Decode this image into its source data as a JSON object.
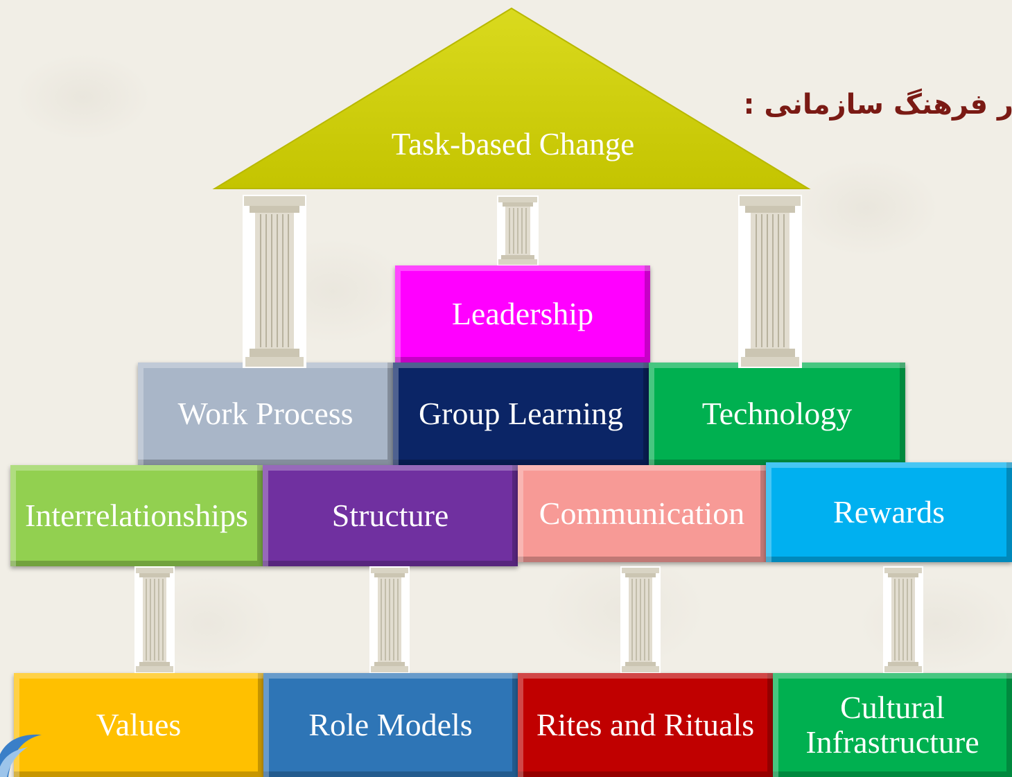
{
  "title": "ر فرهنگ سازمانی :",
  "roof": {
    "label": "Task-based Change",
    "color": "#cccc00"
  },
  "rows": [
    [
      {
        "label": "Leadership",
        "color": "#ff00ff"
      }
    ],
    [
      {
        "label": "Work Process",
        "color": "#a9b6c8"
      },
      {
        "label": "Group Learning",
        "color": "#0b2566"
      },
      {
        "label": "Technology",
        "color": "#00b050"
      }
    ],
    [
      {
        "label": "Interrelationships",
        "color": "#92d050"
      },
      {
        "label": "Structure",
        "color": "#7030a0"
      },
      {
        "label": "Communication",
        "color": "#f79a96"
      },
      {
        "label": "Rewards",
        "color": "#00b0f0"
      }
    ],
    [
      {
        "label": "Values",
        "color": "#ffc000"
      },
      {
        "label": "Role Models",
        "color": "#2e75b6"
      },
      {
        "label": "Rites and Rituals",
        "color": "#c00000"
      },
      {
        "label": "Cultural Infrastructure",
        "color": "#00b050"
      }
    ]
  ]
}
